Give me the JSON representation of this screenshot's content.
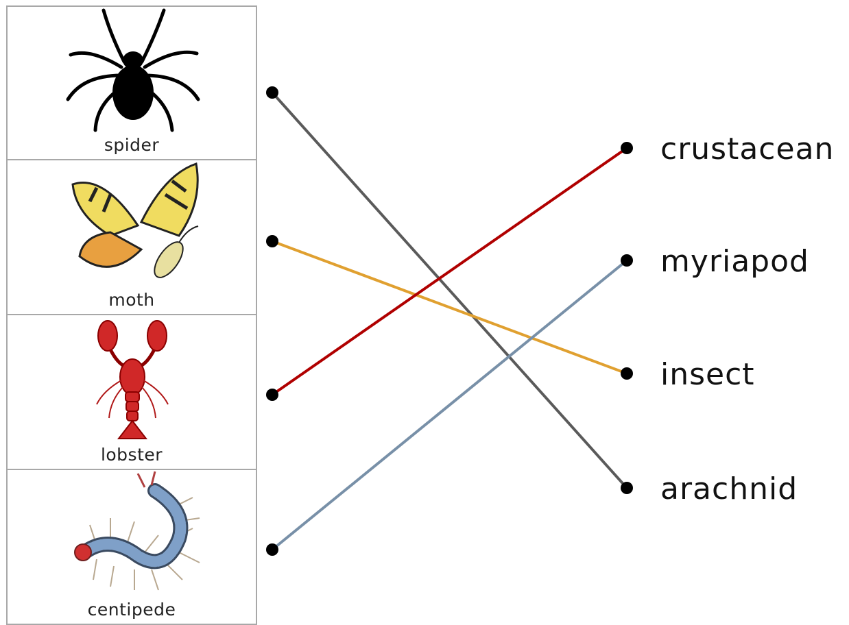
{
  "animals": [
    {
      "label": "spider",
      "icon": "spider-icon"
    },
    {
      "label": "moth",
      "icon": "butterfly-icon"
    },
    {
      "label": "lobster",
      "icon": "lobster-icon"
    },
    {
      "label": "centipede",
      "icon": "centipede-icon"
    }
  ],
  "categories": [
    {
      "label": "crustacean"
    },
    {
      "label": "myriapod"
    },
    {
      "label": "insect"
    },
    {
      "label": "arachnid"
    }
  ],
  "connections": [
    {
      "animal": "spider",
      "category": "arachnid",
      "color": "#5a5a5a"
    },
    {
      "animal": "moth",
      "category": "insect",
      "color": "#e0a030"
    },
    {
      "animal": "lobster",
      "category": "crustacean",
      "color": "#b00000"
    },
    {
      "animal": "centipede",
      "category": "myriapod",
      "color": "#7890a8"
    }
  ]
}
